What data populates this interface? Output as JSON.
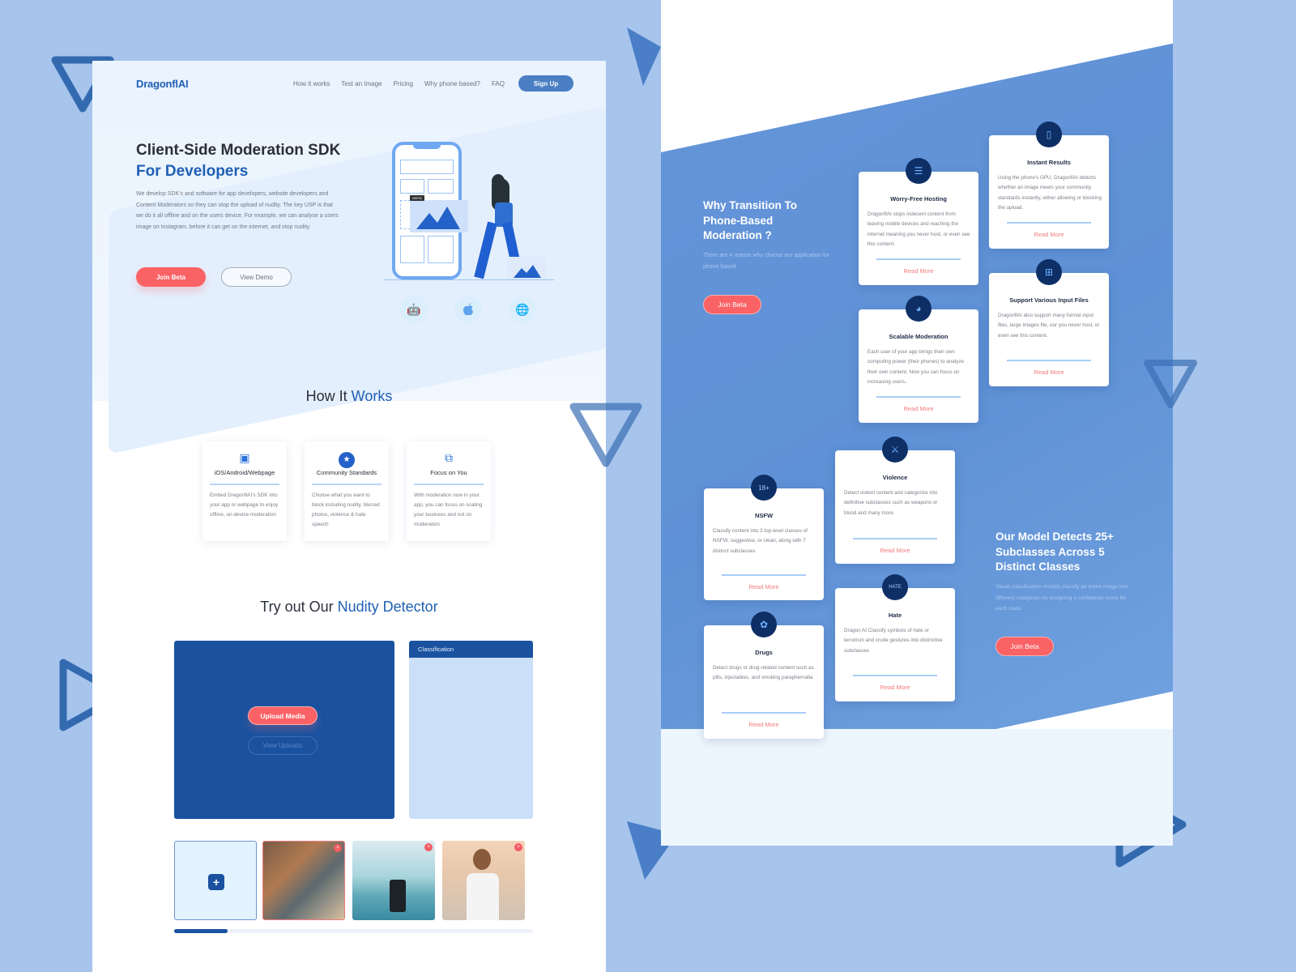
{
  "left_page": {
    "nav": {
      "logo": "DragonflAI",
      "links": [
        "How it works",
        "Test an Image",
        "Pricing",
        "Why phone based?",
        "FAQ"
      ],
      "signup_label": "Sign Up"
    },
    "hero": {
      "title_line1": "Client-Side Moderation SDK",
      "title_line2": "For Developers",
      "description": "We develop SDK's and software for app developers, website developers and Content Moderators so they can stop the upload of nudity. The key USP is that we do it all offline and on the users device. For example, we can analyse a users image on Instagram, before it can get on the internet, and stop nudity.",
      "join_beta_label": "Join Beta",
      "view_demo_label": "View Demo",
      "illustration_badge": "NSFW",
      "platforms": [
        {
          "name": "android",
          "glyph": "🤖"
        },
        {
          "name": "apple",
          "glyph": ""
        },
        {
          "name": "web",
          "glyph": "🌐"
        }
      ]
    },
    "how_it_works": {
      "title_plain": "How It ",
      "title_accent": "Works",
      "cards": [
        {
          "icon": "devices-icon",
          "glyph": "▣",
          "title": "iOS/Android/Webpage",
          "description": "Embed DragonflAI's SDK into your app or webpage to enjoy offline, on-device moderation"
        },
        {
          "icon": "star-badge-icon",
          "glyph": "★",
          "title": "Community Standards",
          "description": "Choose what you want to block including nudity, blurred photos, violence & hate speech"
        },
        {
          "icon": "focus-icon",
          "glyph": "⧉",
          "title": "Focus on You",
          "description": "With moderation now in your app, you can focus on scaling your business and not on moderation"
        }
      ]
    },
    "detector": {
      "title_plain": "Try out Our ",
      "title_accent": "Nudity Detector",
      "upload_label": "Upload Media",
      "view_uploads_label": "View Uploads",
      "classification_header": "Classification",
      "thumbnails": [
        {
          "name": "add-media",
          "plus": "+"
        },
        {
          "name": "squirrel-photo",
          "remove": "×",
          "selected": true
        },
        {
          "name": "phone-sea-photo",
          "remove": "×",
          "selected": false
        },
        {
          "name": "woman-beach-photo",
          "remove": "×",
          "selected": false
        }
      ],
      "progress_percent": 15
    }
  },
  "right_page": {
    "transition": {
      "title": "Why Transition To Phone-Based Moderation ?",
      "subtitle": "There are 4 reason why choose our application for phone based",
      "join_beta_label": "Join Beta"
    },
    "reasons": [
      {
        "icon": "server-icon",
        "glyph": "☰",
        "title": "Worry-Free Hosting",
        "description": "DragonflAI stops indecent content from leaving mobile devices and reaching the internet meaning you never host, or even see this content.",
        "read_more": "Read More"
      },
      {
        "icon": "phone-touch-icon",
        "glyph": "▯",
        "title": "Instant Results",
        "description": "Using the phone's GPU, DragonflAI detects whether an image meets your community standards instantly, either allowing or blocking the upload.",
        "read_more": "Read More"
      },
      {
        "icon": "pie-chart-icon",
        "glyph": "◕",
        "title": "Scalable Moderation",
        "description": "Each user of your app brings their own computing power (their phones) to analyze their own content. Now you can focus on increasing users..",
        "read_more": "Read More"
      },
      {
        "icon": "grid-nodes-icon",
        "glyph": "⊞",
        "title": "Support Various Input Files",
        "description": "DragonflAI also support many format input files, large images file, our you never host, or even see this content.",
        "read_more": "Read More"
      }
    ],
    "model": {
      "title": "Our Model Detects 25+ Subclasses Across 5 Distinct Classes",
      "subtitle": "Visual classification models classify an entire image into different categories by assigning a confidence score for each class.",
      "join_beta_label": "Join Beta"
    },
    "classes": [
      {
        "icon": "eighteen-plus-icon",
        "glyph": "18+",
        "title": "NSFW",
        "description": "Classify content into 3 top-level classes of NSFW, suggestive, or clean, along with 7 distinct subclasses",
        "read_more": "Read More"
      },
      {
        "icon": "violence-icon",
        "glyph": "⚔",
        "title": "Violence",
        "description": "Detect violent content and categorize into definitive subclasses such as weapons or blood and many more",
        "read_more": "Read More"
      },
      {
        "icon": "drugs-icon",
        "glyph": "✿",
        "title": "Drugs",
        "description": "Detect drugs or drug-related content such as pills, injectables, and smoking paraphernalia",
        "read_more": "Read More"
      },
      {
        "icon": "hate-icon",
        "glyph": "HATE",
        "title": "Hate",
        "description": "Dragon AI Classify symbols of hate or terrorism and crude gestures into distinctive subclasses",
        "read_more": "Read More"
      }
    ]
  },
  "colors": {
    "brand": "#1f5fb4",
    "accent_red": "#fa6265",
    "dark_blue": "#1a52a0",
    "background": "#a6c4ec"
  }
}
